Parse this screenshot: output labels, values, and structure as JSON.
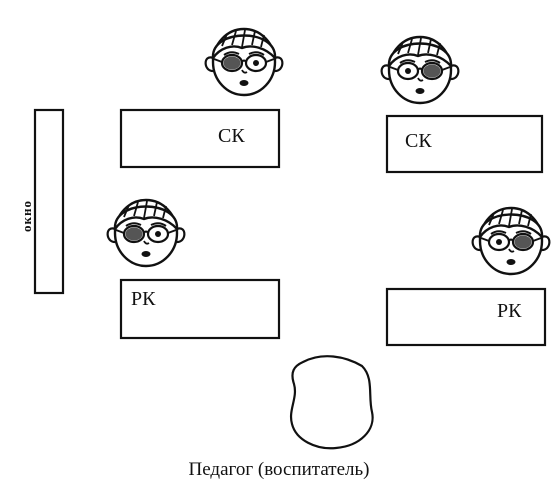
{
  "window": {
    "label": "окно"
  },
  "desks": [
    {
      "label": "СК"
    },
    {
      "label": "СК"
    },
    {
      "label": "РК"
    },
    {
      "label": "РК"
    }
  ],
  "teacher": {
    "label": "Педагог (воспитатель)"
  },
  "children": [
    {
      "glasses": "dark-left-lens"
    },
    {
      "glasses": "dark-right-lens"
    },
    {
      "glasses": "dark-left-lens"
    },
    {
      "glasses": "dark-right-lens"
    }
  ],
  "colors": {
    "ink": "#111111",
    "lens_tint": "#555555",
    "background": "#ffffff"
  }
}
